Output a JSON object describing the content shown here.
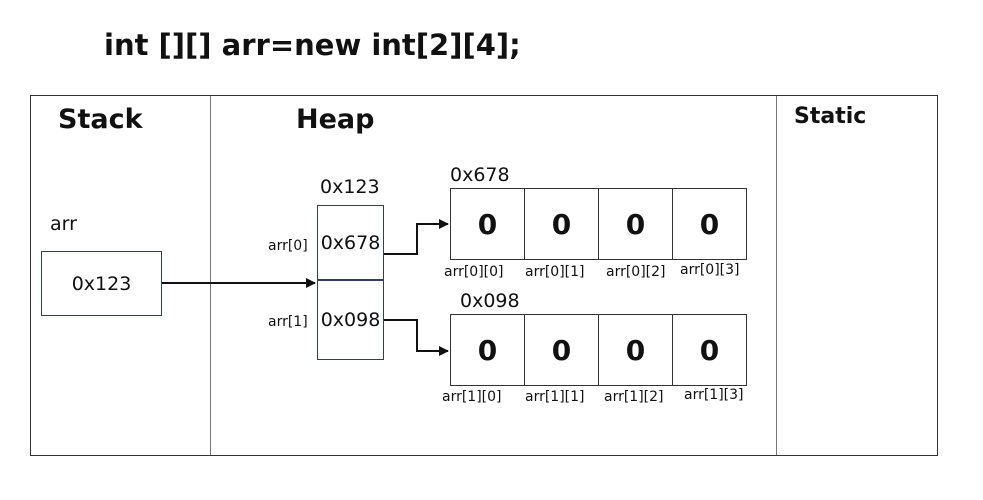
{
  "title": "int [][] arr=new int[2][4];",
  "sections": {
    "stack": "Stack",
    "heap": "Heap",
    "static": "Static"
  },
  "stack": {
    "var_label": "arr",
    "var_value": "0x123"
  },
  "heap": {
    "outer_address": "0x123",
    "outer_items": [
      {
        "label": "arr[0]",
        "value": "0x678"
      },
      {
        "label": "arr[1]",
        "value": "0x098"
      }
    ],
    "rows": [
      {
        "address": "0x678",
        "values": [
          "0",
          "0",
          "0",
          "0"
        ],
        "labels": [
          "arr[0][0]",
          "arr[0][1]",
          "arr[0][2]",
          "arr[0][3]"
        ]
      },
      {
        "address": "0x098",
        "values": [
          "0",
          "0",
          "0",
          "0"
        ],
        "labels": [
          "arr[1][0]",
          "arr[1][1]",
          "arr[1][2]",
          "arr[1][3]"
        ]
      }
    ]
  },
  "colors": {
    "box_border": "#2f3f66",
    "line": "#111111"
  }
}
